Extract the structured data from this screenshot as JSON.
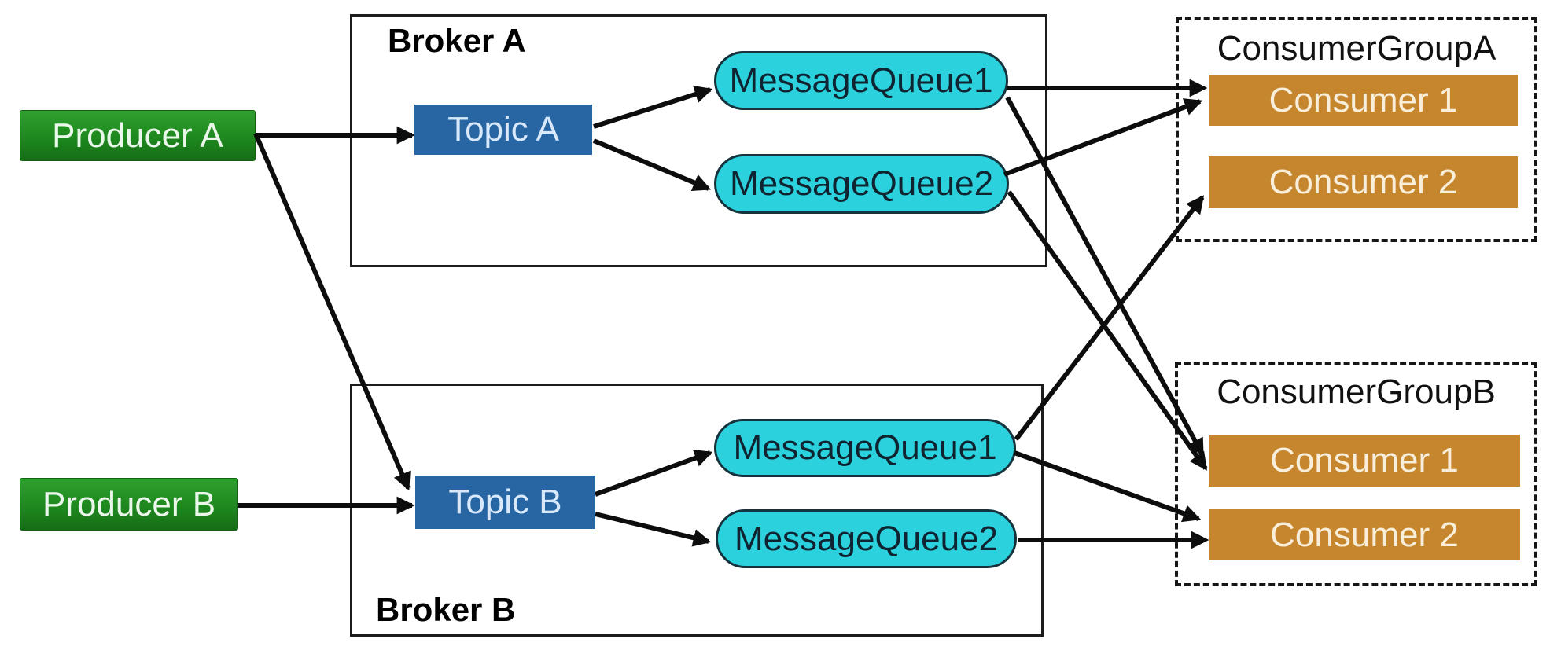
{
  "producers": [
    {
      "label": "Producer A"
    },
    {
      "label": "Producer B"
    }
  ],
  "brokers": [
    {
      "label": "Broker A",
      "topic": {
        "label": "Topic A"
      },
      "queues": [
        {
          "label": "MessageQueue1"
        },
        {
          "label": "MessageQueue2"
        }
      ]
    },
    {
      "label": "Broker B",
      "topic": {
        "label": "Topic B"
      },
      "queues": [
        {
          "label": "MessageQueue1"
        },
        {
          "label": "MessageQueue2"
        }
      ]
    }
  ],
  "consumer_groups": [
    {
      "label": "ConsumerGroupA",
      "consumers": [
        {
          "label": "Consumer 1"
        },
        {
          "label": "Consumer 2"
        }
      ]
    },
    {
      "label": "ConsumerGroupB",
      "consumers": [
        {
          "label": "Consumer 1"
        },
        {
          "label": "Consumer 2"
        }
      ]
    }
  ],
  "edges": [
    {
      "from": "Producer A",
      "to": "Topic A"
    },
    {
      "from": "Producer A",
      "to": "Topic B"
    },
    {
      "from": "Producer B",
      "to": "Topic B"
    },
    {
      "from": "Topic A",
      "to": "Broker A / MessageQueue1"
    },
    {
      "from": "Topic A",
      "to": "Broker A / MessageQueue2"
    },
    {
      "from": "Topic B",
      "to": "Broker B / MessageQueue1"
    },
    {
      "from": "Topic B",
      "to": "Broker B / MessageQueue2"
    },
    {
      "from": "Broker A / MessageQueue1",
      "to": "ConsumerGroupA / Consumer 1"
    },
    {
      "from": "Broker A / MessageQueue2",
      "to": "ConsumerGroupA / Consumer 1"
    },
    {
      "from": "Broker A / MessageQueue1",
      "to": "ConsumerGroupB / Consumer 1"
    },
    {
      "from": "Broker A / MessageQueue2",
      "to": "ConsumerGroupB / Consumer 1"
    },
    {
      "from": "Broker B / MessageQueue1",
      "to": "ConsumerGroupA / Consumer 2"
    },
    {
      "from": "Broker B / MessageQueue1",
      "to": "ConsumerGroupB / Consumer 2"
    },
    {
      "from": "Broker B / MessageQueue2",
      "to": "ConsumerGroupB / Consumer 2"
    }
  ],
  "colors": {
    "producer_green": "#1e881e",
    "topic_blue": "#2766a2",
    "queue_cyan": "#2bd2de",
    "consumer_orange": "#c5862d",
    "arrow_black": "#0d0d0d"
  }
}
